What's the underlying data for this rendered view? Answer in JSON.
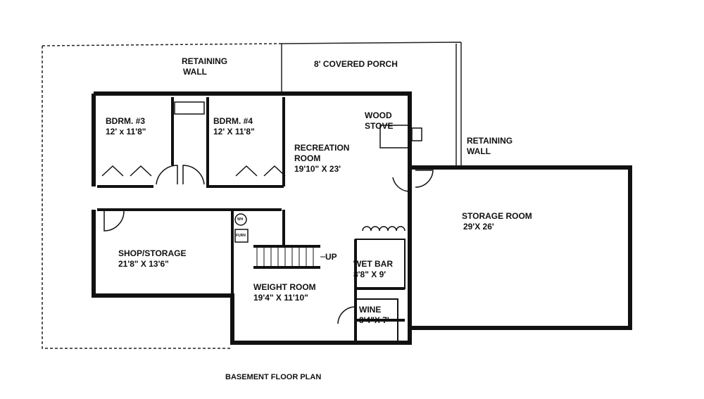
{
  "title": "BASEMENT FLOOR PLAN",
  "labels": {
    "retaining_wall_top": [
      "RETAINING",
      "WALL"
    ],
    "covered_porch": "8' COVERED PORCH",
    "retaining_wall_right": [
      "RETAINING",
      "WALL"
    ],
    "bdrm3": {
      "name": "BDRM. #3",
      "size": "12' x 11'8\""
    },
    "bdrm4": {
      "name": "BDRM. #4",
      "size": "12' X 11'8\""
    },
    "wood_stove": [
      "WOOD",
      "STOVE"
    ],
    "recreation": {
      "name": [
        "RECREATION",
        "ROOM"
      ],
      "size": "19'10\" X 23'"
    },
    "storage": {
      "name": "STORAGE ROOM",
      "size": "29'X 26'"
    },
    "shop": {
      "name": "SHOP/STORAGE",
      "size": "21'8\" X 13'6\""
    },
    "weight": {
      "name": "WEIGHT ROOM",
      "size": "19'4\" X 11'10\""
    },
    "wet_bar": {
      "name": "WET BAR",
      "size": "8'8\" X 9'"
    },
    "wine": {
      "name": "WINE",
      "size": "8'4\"X 7'"
    },
    "stairs": "UP",
    "water_heater": "WH",
    "furnace": "FURN"
  }
}
